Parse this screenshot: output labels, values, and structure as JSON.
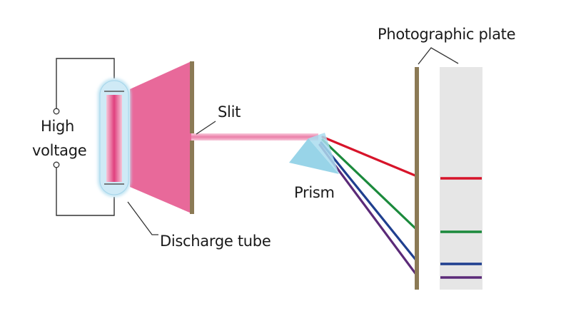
{
  "labels": {
    "voltage_line1": "High",
    "voltage_line2": "voltage",
    "tube": "Discharge tube",
    "slit": "Slit",
    "prism": "Prism",
    "plate": "Photographic plate"
  },
  "colors": {
    "wire": "#333333",
    "glow": "#bfe3f2",
    "tube_core": "#e8709a",
    "light_cone": "#e8699a",
    "slit_plate": "#8b7a55",
    "beam": "#f0a6c4",
    "prism": "#8fd0e6",
    "plate_panel": "#e6e6e6",
    "ray_red": "#d7142a",
    "ray_green": "#1b8a3c",
    "ray_blue": "#1f3f8f",
    "ray_purple": "#5b2a78"
  },
  "spectral_lines": [
    {
      "name": "red",
      "color": "#d7142a"
    },
    {
      "name": "green",
      "color": "#1b8a3c"
    },
    {
      "name": "blue",
      "color": "#1f3f8f"
    },
    {
      "name": "purple",
      "color": "#5b2a78"
    }
  ]
}
